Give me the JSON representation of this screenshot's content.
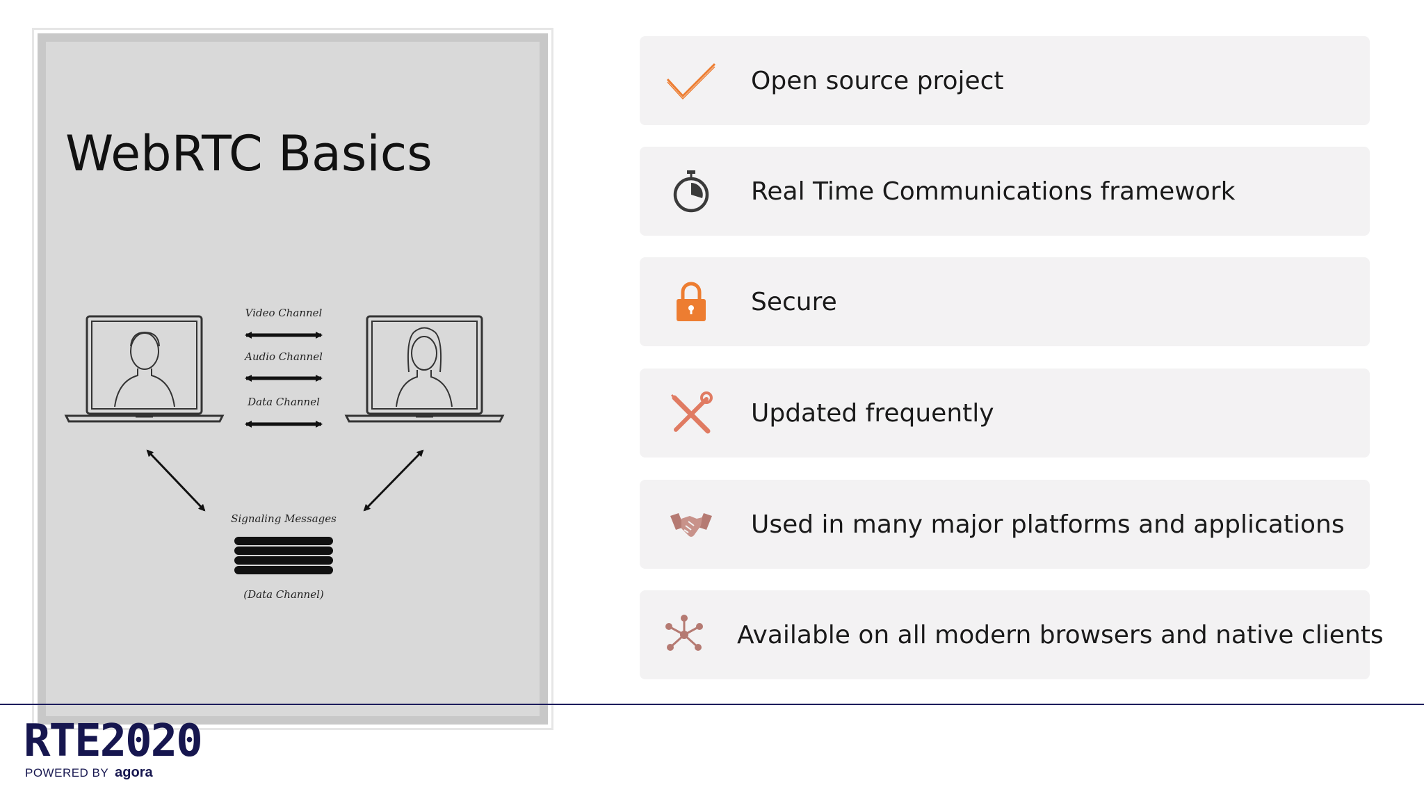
{
  "slide": {
    "title": "WebRTC Basics"
  },
  "diagram": {
    "video_channel": "Video Channel",
    "audio_channel": "Audio Channel",
    "data_channel": "Data Channel",
    "signaling": "Signaling Messages",
    "signaling_sub": "(Data Channel)"
  },
  "features": [
    {
      "icon": "checkmark-icon",
      "label": "Open source project"
    },
    {
      "icon": "stopwatch-icon",
      "label": "Real Time Communications framework"
    },
    {
      "icon": "lock-icon",
      "label": "Secure"
    },
    {
      "icon": "tools-icon",
      "label": "Updated frequently"
    },
    {
      "icon": "handshake-icon",
      "label": "Used in many major platforms and applications"
    },
    {
      "icon": "network-icon",
      "label": "Available on all modern browsers and native clients"
    }
  ],
  "footer": {
    "logo": "RTE2020",
    "powered_by": "POWERED BY",
    "brand": "agora"
  },
  "colors": {
    "accent_orange": "#ed7d31",
    "icon_dark": "#3a3a3a",
    "icon_rose": "#b57a72",
    "navy": "#16164f"
  }
}
